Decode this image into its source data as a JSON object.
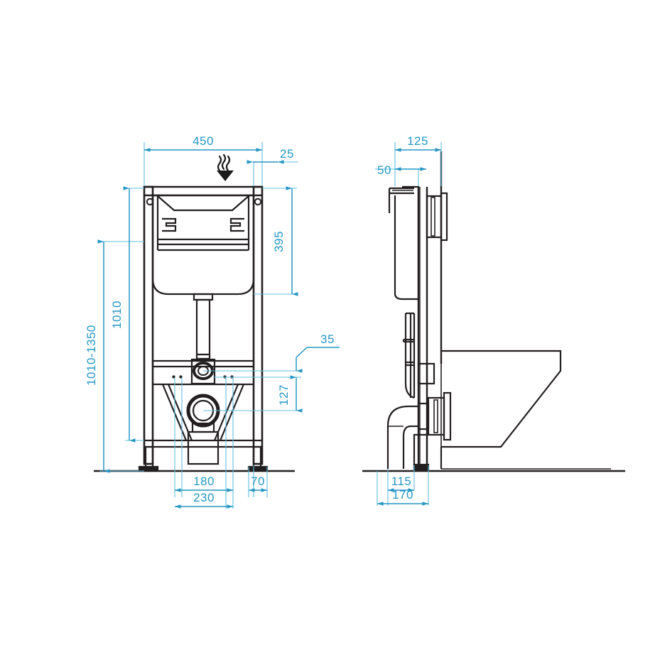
{
  "drawing": {
    "title": "Wall-hung toilet installation frame — dimensioned drawing",
    "type": "technical-drawing",
    "views": [
      {
        "name": "front-view",
        "label": "Front view"
      },
      {
        "name": "side-view",
        "label": "Side view"
      }
    ],
    "colors": {
      "background": "#ffffff",
      "outline": "#231f20",
      "dimension": "#2497c4",
      "dimension_text": "#2497c4",
      "thin_outline": "#3a3a3a"
    },
    "units": "mm",
    "symbols": [
      {
        "name": "flush-arrow-icon",
        "description": "downward arrow with wavy lines indicating flush direction"
      }
    ]
  },
  "dimensions": {
    "front": {
      "width_overall": "450",
      "offset_right": "25",
      "cistern_height": "395",
      "height_to_bowl": "1010",
      "height_range": "1010-1350",
      "outlet_offset": "35",
      "outlet_drop": "127",
      "bolt_spacing_inner": "180",
      "bolt_spacing_outer": "230",
      "foot_width": "70"
    },
    "side": {
      "depth_overall": "125",
      "depth_offset": "50",
      "foot_offset": "115",
      "depth_floor": "170"
    }
  },
  "labels": {
    "d450": "450",
    "d25": "25",
    "d395": "395",
    "d1010": "1010",
    "d1010_1350": "1010-1350",
    "d35": "35",
    "d127": "127",
    "d180": "180",
    "d230": "230",
    "d70": "70",
    "d125": "125",
    "d50": "50",
    "d115": "115",
    "d170": "170"
  }
}
